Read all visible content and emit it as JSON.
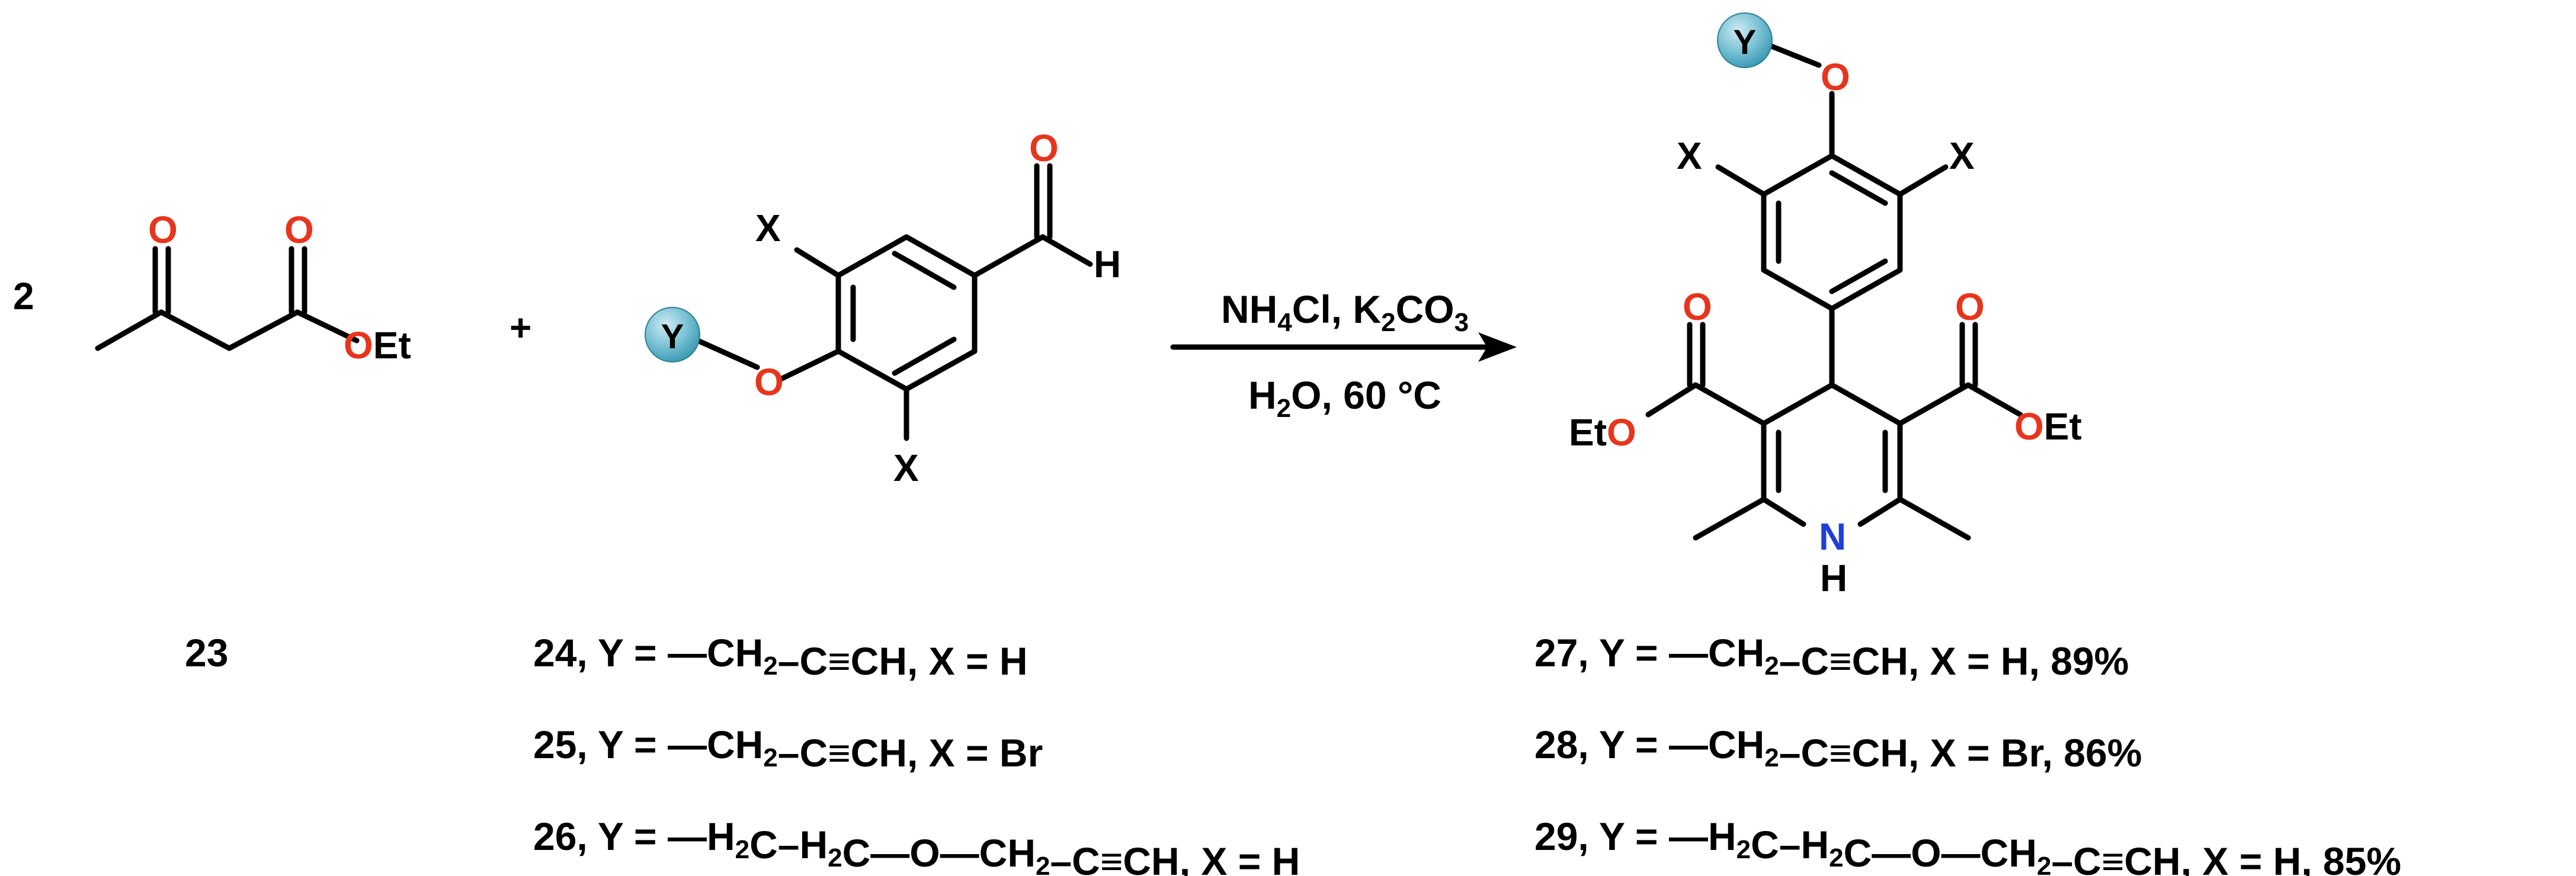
{
  "colors": {
    "oxygen": "#e8341c",
    "nitrogen": "#1f3fd6",
    "bond": "#000000",
    "sphere_light": "#cfeaf2",
    "sphere_dark": "#3c9ab4"
  },
  "reaction": {
    "coefficient": "2",
    "plus": "+",
    "conditions": {
      "reagents": "NH4Cl, K2CO3",
      "solvent_temp": "H2O, 60 °C"
    }
  },
  "atoms": {
    "O": "O",
    "N": "N",
    "H": "H",
    "X": "X",
    "Y": "Y",
    "Et": "Et"
  },
  "compounds": {
    "ketoester_label": "23",
    "aldehydes": [
      {
        "number": "24",
        "y": "—CH2–C≡CH",
        "x": "X = H",
        "yield": ""
      },
      {
        "number": "25",
        "y": "—CH2–C≡CH",
        "x": "X = Br",
        "yield": ""
      },
      {
        "number": "26",
        "y": "—H2C–H2C—O—CH2–C≡CH",
        "x": "X = H",
        "yield": ""
      }
    ],
    "products": [
      {
        "number": "27",
        "y": "—CH2–C≡CH",
        "x": "X = H",
        "yield": "89%"
      },
      {
        "number": "28",
        "y": "—CH2–C≡CH",
        "x": "X = Br",
        "yield": "86%"
      },
      {
        "number": "29",
        "y": "—H2C–H2C—O—CH2–C≡CH",
        "x": "X = H",
        "yield": "85%"
      }
    ]
  }
}
